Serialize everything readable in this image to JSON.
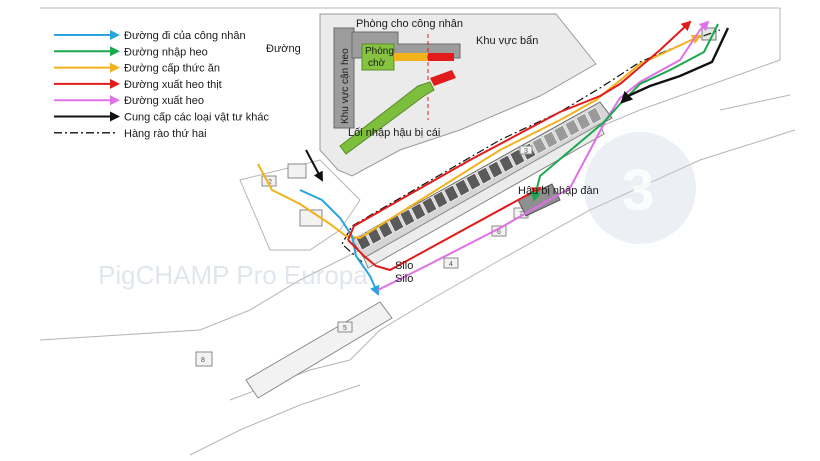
{
  "legend": [
    {
      "label": "Đường đi của công nhân",
      "color": "#2aa4dc",
      "style": "arrow"
    },
    {
      "label": "Đường nhập heo",
      "color": "#1aa84f",
      "style": "arrow"
    },
    {
      "label": "Đường cấp thức ăn",
      "color": "#f2b21c",
      "style": "arrow"
    },
    {
      "label": "Đường xuất heo thịt",
      "color": "#e21b1b",
      "style": "arrow"
    },
    {
      "label": "Đường xuất heo",
      "color": "#e070e6",
      "style": "arrow"
    },
    {
      "label": "Cung cấp các loại vật tư khác",
      "color": "#111111",
      "style": "arrow"
    },
    {
      "label": "Hàng rào thứ hai",
      "color": "#111111",
      "style": "dashdot"
    }
  ],
  "labels": {
    "road": "Đường",
    "workers_room": "Phòng cho công nhân",
    "dirty_area": "Khu vực bẩn",
    "quarantine_area": "Khu vực cận heo",
    "waiting_room": "Phòng chờ",
    "gilt_entry": "Lối nhập hậu bị cái",
    "gilt_herd_entry": "Hậu bị nhập đàn",
    "silo_1": "Silo",
    "silo_2": "Silo"
  },
  "watermark": {
    "text": "PigCHAMP Pro Europa",
    "logo": "3"
  },
  "building_numbers": [
    "5",
    "4",
    "6",
    "7",
    "8",
    "2",
    "3",
    "1"
  ]
}
